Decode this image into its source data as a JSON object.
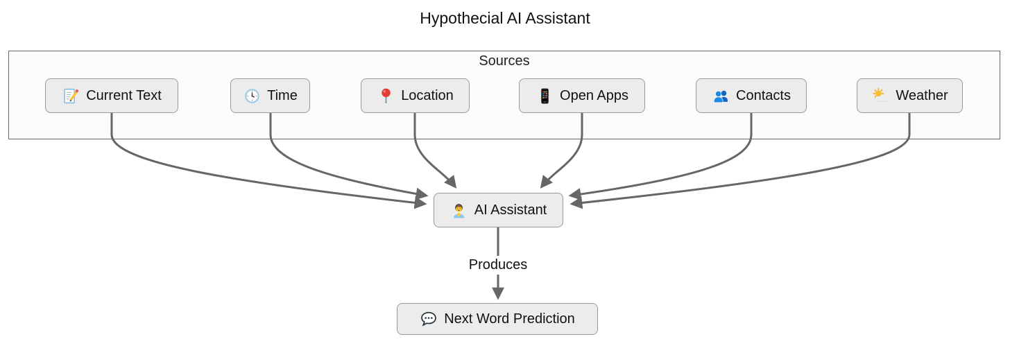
{
  "title": "Hypothecial AI Assistant",
  "cluster": {
    "label": "Sources"
  },
  "sources": {
    "nodes": [
      {
        "label": "Current Text",
        "icon": "memo-icon"
      },
      {
        "label": "Time",
        "icon": "clock-icon"
      },
      {
        "label": "Location",
        "icon": "pushpin-icon"
      },
      {
        "label": "Open Apps",
        "icon": "mobile-phone-icon"
      },
      {
        "label": "Contacts",
        "icon": "busts-icon"
      },
      {
        "label": "Weather",
        "icon": "sun-behind-cloud-icon"
      }
    ]
  },
  "ai_node": {
    "label": "AI Assistant",
    "icon": "person-icon"
  },
  "edge_label": "Produces",
  "output_node": {
    "label": "Next Word Prediction",
    "icon": "speech-balloon-icon"
  },
  "colors": {
    "node_fill": "#ececec",
    "node_border": "#999999",
    "cluster_fill": "#fcfcfc",
    "cluster_border": "#666666",
    "arrow": "#666666",
    "text": "#111111",
    "background": "#ffffff"
  }
}
